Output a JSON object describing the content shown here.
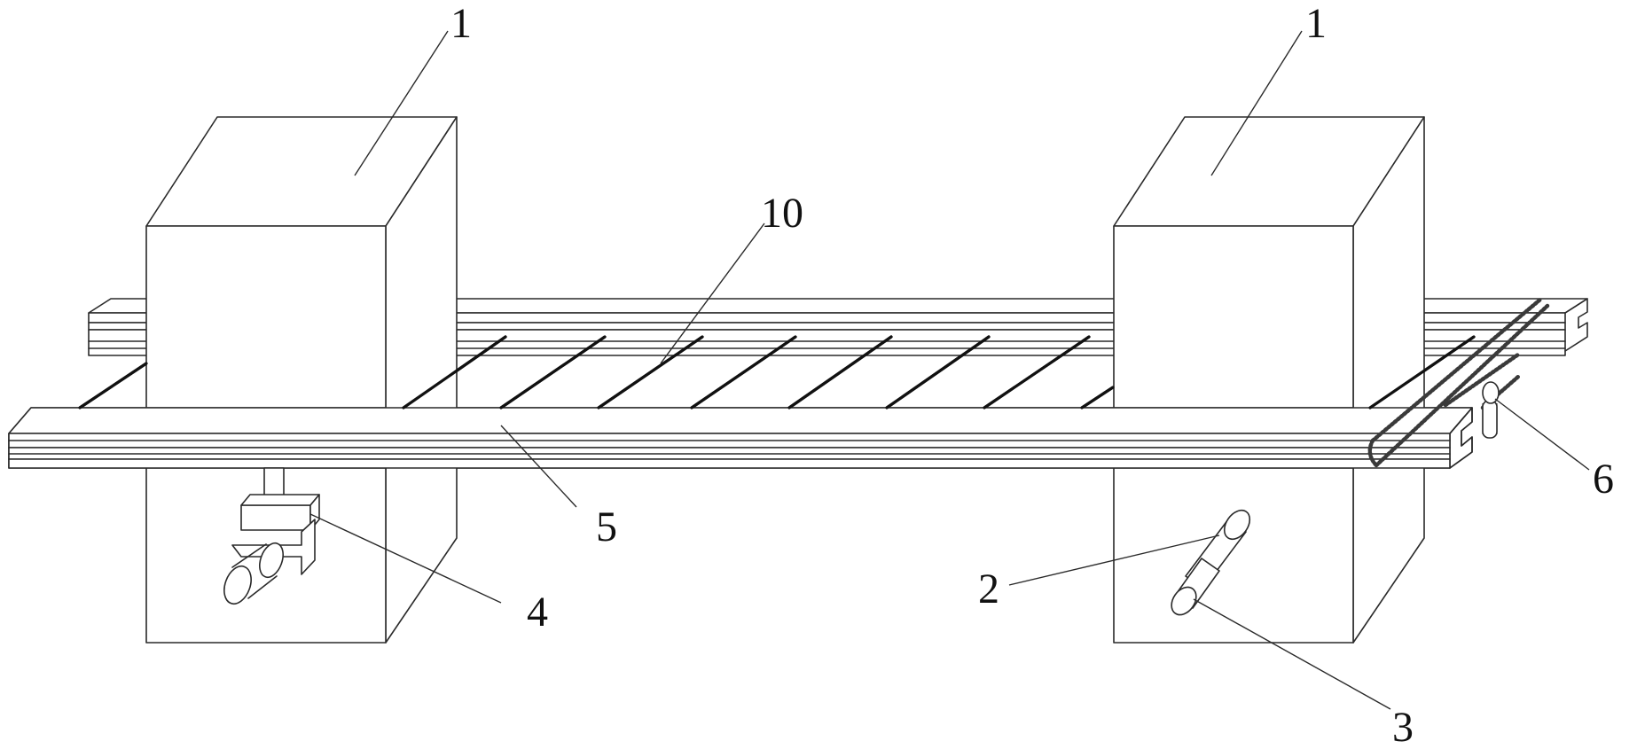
{
  "labels": {
    "box_left": "1",
    "box_right": "1",
    "rods": "10",
    "rail": "5",
    "clamp": "4",
    "shaft": "2",
    "roller": "3",
    "chain": "6"
  }
}
